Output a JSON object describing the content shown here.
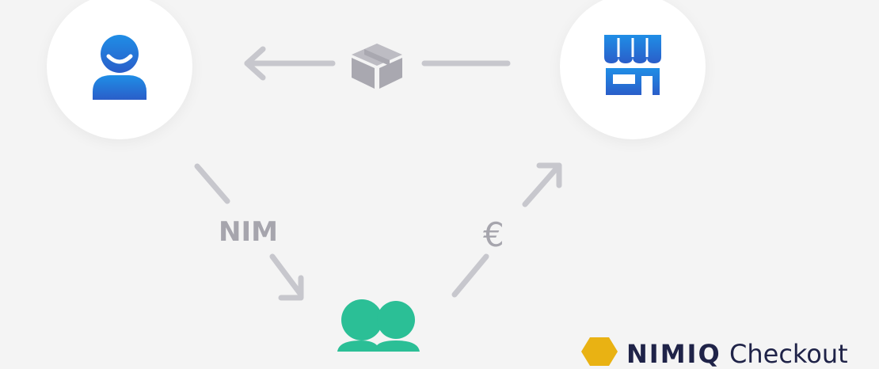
{
  "flows": {
    "crypto_label": "NIM",
    "fiat_label": "€"
  },
  "brand": {
    "name": "NIMIQ",
    "product": "Checkout"
  },
  "colors": {
    "background": "#f4f4f4",
    "node_fill": "#ffffff",
    "arrow_gray": "#c7c7cd",
    "label_gray": "#a6a5ad",
    "icon_blue_top": "#1f8ee6",
    "icon_blue_bottom": "#2a5ec9",
    "crowd_green": "#2bbf96",
    "brand_gold": "#e9b213",
    "brand_navy": "#1f2348"
  },
  "icons": {
    "customer": "person-icon",
    "merchant": "storefront-icon",
    "goods": "package-icon",
    "exchange": "group-icon",
    "brand": "hexagon-logo-icon"
  }
}
